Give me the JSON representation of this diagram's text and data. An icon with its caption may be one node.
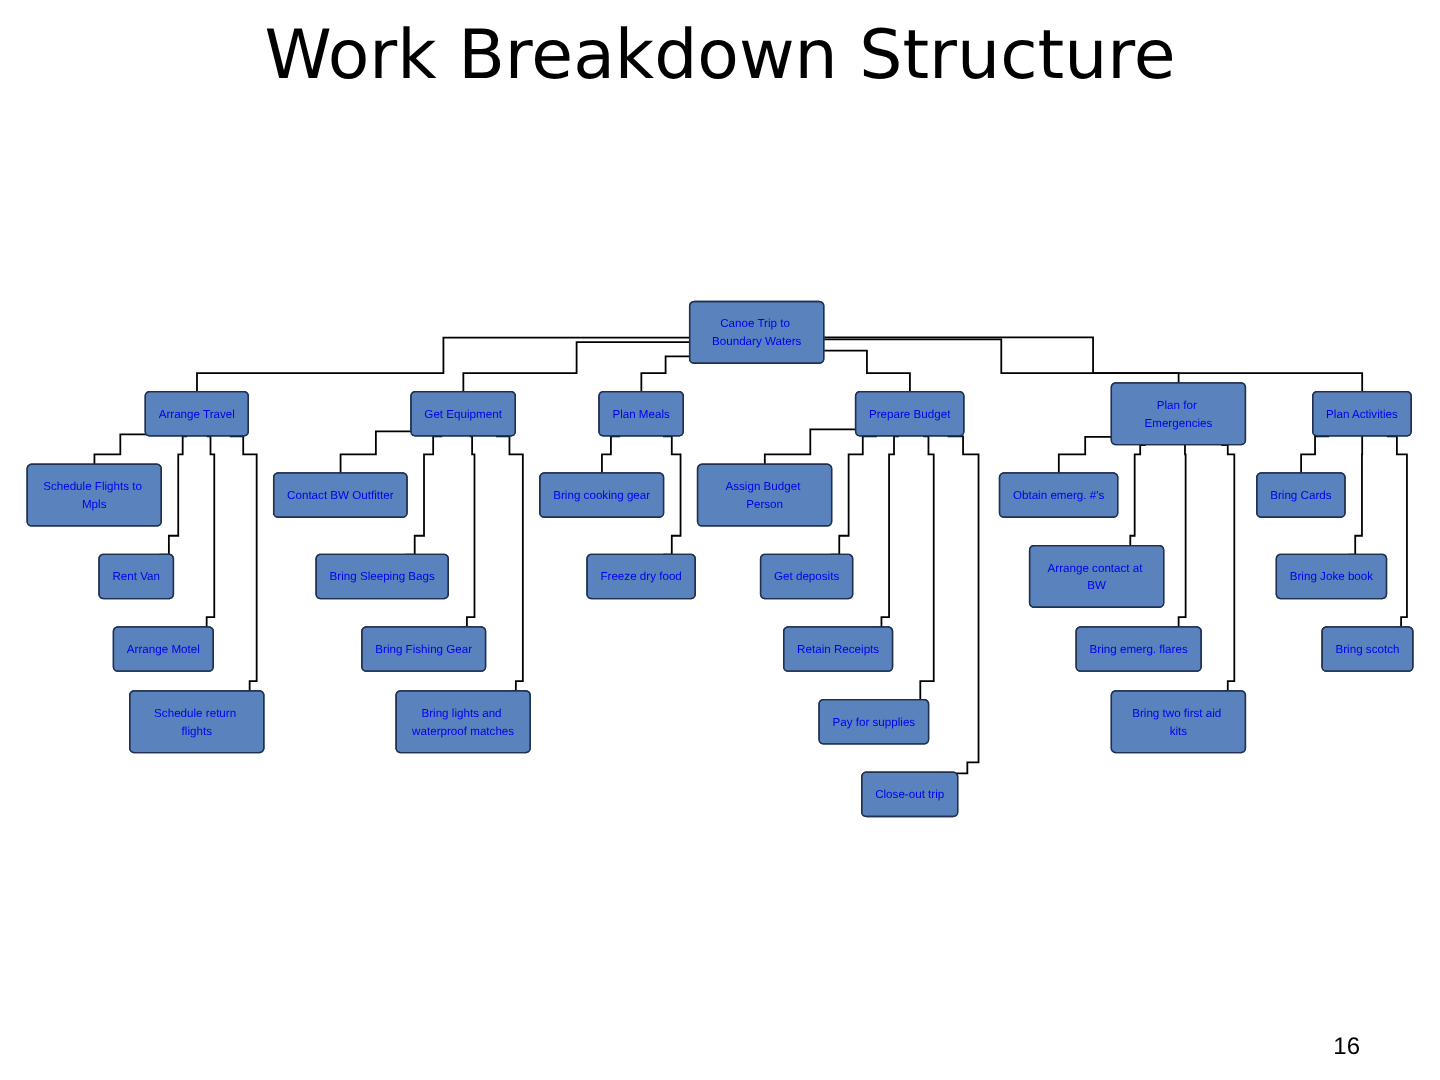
{
  "diagram": {
    "title": "Work Breakdown Structure",
    "nodes": [
      {
        "text": [
          "Canoe Trip to Boundary Waters"
        ]
      },
      {
        "text": [
          "Arrange Travel"
        ]
      },
      {
        "text": [
          "Get Equipment"
        ]
      },
      {
        "text": [
          "Plan Meals"
        ]
      },
      {
        "text": [
          "Prepare Budget"
        ]
      },
      {
        "text": [
          "Plan for Emergencies"
        ]
      },
      {
        "text": [
          "Plan Activities"
        ]
      },
      {
        "text": [
          "Schedule Flights to Mpls"
        ]
      },
      {
        "text": [
          "Rent Van"
        ]
      },
      {
        "text": [
          "Arrange Motel"
        ]
      },
      {
        "text": [
          "Schedule return flights"
        ]
      },
      {
        "text": [
          "Contact BW Outfitter"
        ]
      },
      {
        "text": [
          "Bring Sleeping Bags"
        ]
      },
      {
        "text": [
          "Bring Fishing Gear"
        ]
      },
      {
        "text": [
          "Bring lights and waterproof matches"
        ]
      },
      {
        "text": [
          "Bring cooking gear"
        ]
      },
      {
        "text": [
          "Freeze dry food"
        ]
      },
      {
        "text": [
          "Assign Budget Person"
        ]
      },
      {
        "text": [
          "Get deposits"
        ]
      },
      {
        "text": [
          "Retain Receipts"
        ]
      },
      {
        "text": [
          "Pay for supplies"
        ]
      },
      {
        "text": [
          "Close-out trip"
        ]
      },
      {
        "text": [
          "Obtain emerg. #'s"
        ]
      },
      {
        "text": [
          "Arrange contact at BW"
        ]
      },
      {
        "text": [
          "Bring emerg. flares"
        ]
      },
      {
        "text": [
          "Bring two first aid kits"
        ]
      },
      {
        "text": [
          "Bring Cards"
        ]
      },
      {
        "text": [
          "Bring Joke book"
        ]
      },
      {
        "text": [
          "Bring scotch"
        ]
      }
    ],
    "edges": [
      {
        "from": 0,
        "to": 1,
        "arrow": "none"
      },
      {
        "from": 0,
        "to": 2,
        "arrow": "none"
      },
      {
        "from": 0,
        "to": 3,
        "arrow": "none"
      },
      {
        "from": 0,
        "to": 4,
        "arrow": "none"
      },
      {
        "from": 0,
        "to": 5,
        "arrow": "none"
      },
      {
        "from": 0,
        "to": 6,
        "arrow": "none"
      },
      {
        "from": 1,
        "to": 7,
        "arrow": "none"
      },
      {
        "from": 1,
        "to": 8,
        "arrow": "none"
      },
      {
        "from": 1,
        "to": 9,
        "arrow": "none"
      },
      {
        "from": 1,
        "to": 10,
        "arrow": "none"
      },
      {
        "from": 2,
        "to": 11,
        "arrow": "none"
      },
      {
        "from": 2,
        "to": 12,
        "arrow": "none"
      },
      {
        "from": 2,
        "to": 13,
        "arrow": "none"
      },
      {
        "from": 2,
        "to": 14,
        "arrow": "none"
      },
      {
        "from": 3,
        "to": 15,
        "arrow": "none"
      },
      {
        "from": 3,
        "to": 16,
        "arrow": "none"
      },
      {
        "from": 4,
        "to": 17,
        "arrow": "none"
      },
      {
        "from": 4,
        "to": 18,
        "arrow": "none"
      },
      {
        "from": 4,
        "to": 19,
        "arrow": "none"
      },
      {
        "from": 4,
        "to": 20,
        "arrow": "none"
      },
      {
        "from": 4,
        "to": 21,
        "arrow": "none"
      },
      {
        "from": 5,
        "to": 22,
        "arrow": "none"
      },
      {
        "from": 5,
        "to": 23,
        "arrow": "none"
      },
      {
        "from": 5,
        "to": 24,
        "arrow": "none"
      },
      {
        "from": 5,
        "to": 25,
        "arrow": "none"
      },
      {
        "from": 6,
        "to": 26,
        "arrow": "none"
      },
      {
        "from": 6,
        "to": 27,
        "arrow": "none"
      },
      {
        "from": 6,
        "to": 28,
        "arrow": "none"
      }
    ],
    "labels": [
      "16"
    ]
  }
}
